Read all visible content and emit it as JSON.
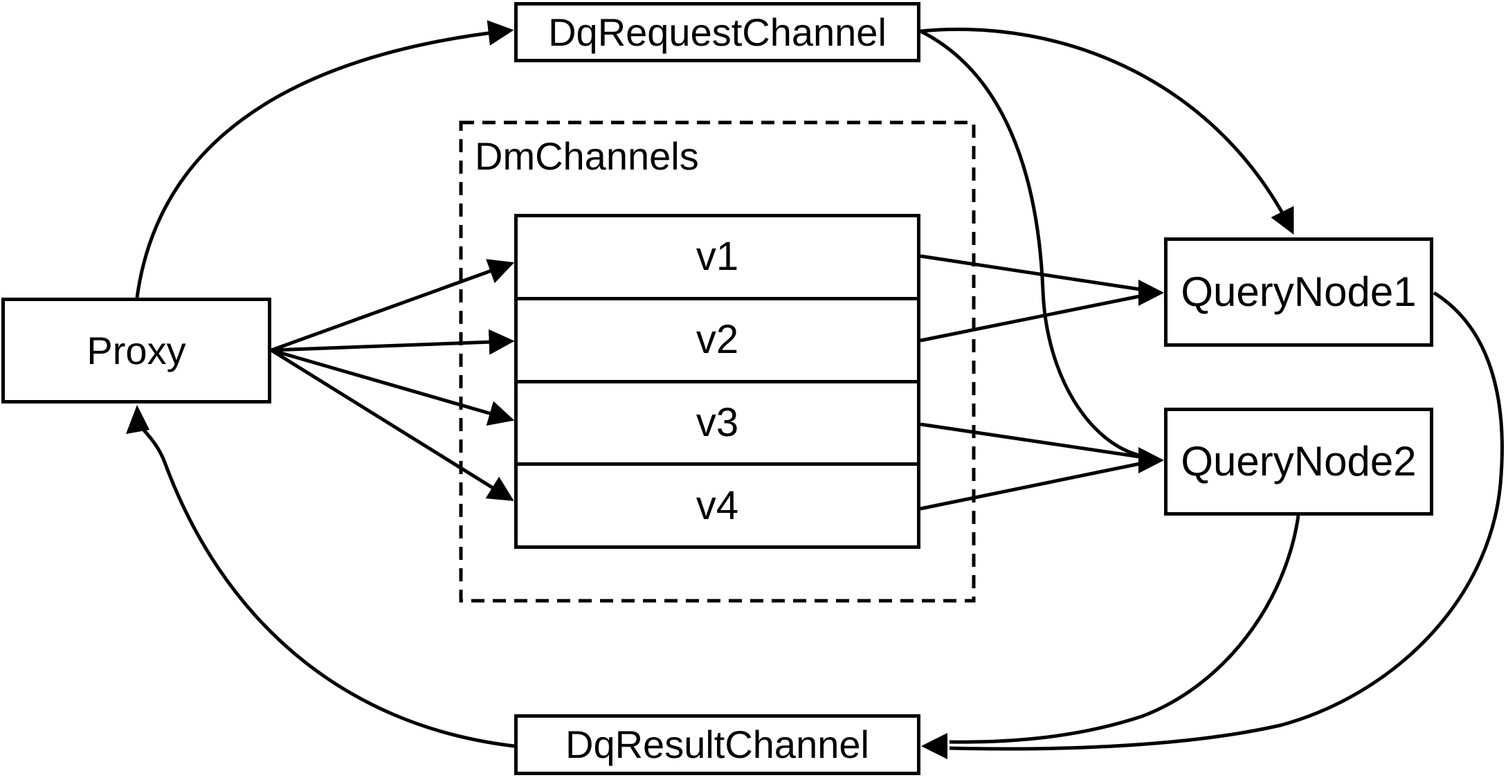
{
  "diagram": {
    "colors": {
      "stroke": "#000000",
      "background": "#ffffff",
      "text": "#000000"
    },
    "nodes": {
      "proxy": {
        "label": "Proxy"
      },
      "dq_request_channel": {
        "label": "DqRequestChannel"
      },
      "dm_channels": {
        "label": "DmChannels",
        "channels": [
          "v1",
          "v2",
          "v3",
          "v4"
        ]
      },
      "query_node_1": {
        "label": "QueryNode1"
      },
      "query_node_2": {
        "label": "QueryNode2"
      },
      "dq_result_channel": {
        "label": "DqResultChannel"
      }
    },
    "edges": [
      {
        "from": "Proxy",
        "to": "DqRequestChannel"
      },
      {
        "from": "DqRequestChannel",
        "to": "QueryNode1"
      },
      {
        "from": "DqRequestChannel",
        "to": "QueryNode2"
      },
      {
        "from": "Proxy",
        "to": "v1"
      },
      {
        "from": "Proxy",
        "to": "v2"
      },
      {
        "from": "Proxy",
        "to": "v3"
      },
      {
        "from": "Proxy",
        "to": "v4"
      },
      {
        "from": "v1",
        "to": "QueryNode1"
      },
      {
        "from": "v2",
        "to": "QueryNode1"
      },
      {
        "from": "v3",
        "to": "QueryNode2"
      },
      {
        "from": "v4",
        "to": "QueryNode2"
      },
      {
        "from": "QueryNode1",
        "to": "DqResultChannel"
      },
      {
        "from": "QueryNode2",
        "to": "DqResultChannel"
      },
      {
        "from": "DqResultChannel",
        "to": "Proxy"
      }
    ]
  }
}
